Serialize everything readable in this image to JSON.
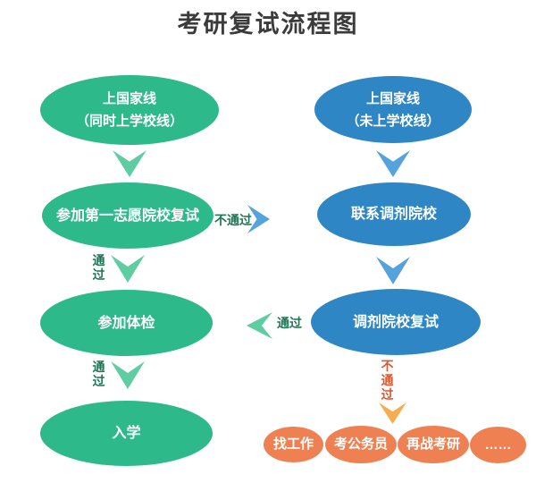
{
  "title": "考研复试流程图",
  "left_flow": {
    "node1": {
      "line1": "上国家线",
      "line2": "（同时上学校线）"
    },
    "node2": "参加第一志愿院校复试",
    "node3": "参加体检",
    "node4": "入学"
  },
  "right_flow": {
    "node1": {
      "line1": "上国家线",
      "line2": "（未上学校线）"
    },
    "node2": "联系调剂院校",
    "node3": "调剂院校复试"
  },
  "labels": {
    "pass": "通过",
    "fail": "不通过"
  },
  "outcomes": {
    "job": "找工作",
    "civil_servant": "考公务员",
    "retry_exam": "再战考研",
    "more": "……"
  },
  "colors": {
    "green_node": "#2eb98b",
    "green_arrow": "#5ecda2",
    "blue_node": "#2e86c4",
    "blue_arrow": "#54a3da",
    "orange_node": "#ee8051",
    "orange_arrow": "#f5ad4f",
    "pass_label_text": "#1e7552",
    "fail_label_text": "#e0542a",
    "title_text": "#3b3b3b",
    "node_text": "#ffffff"
  }
}
